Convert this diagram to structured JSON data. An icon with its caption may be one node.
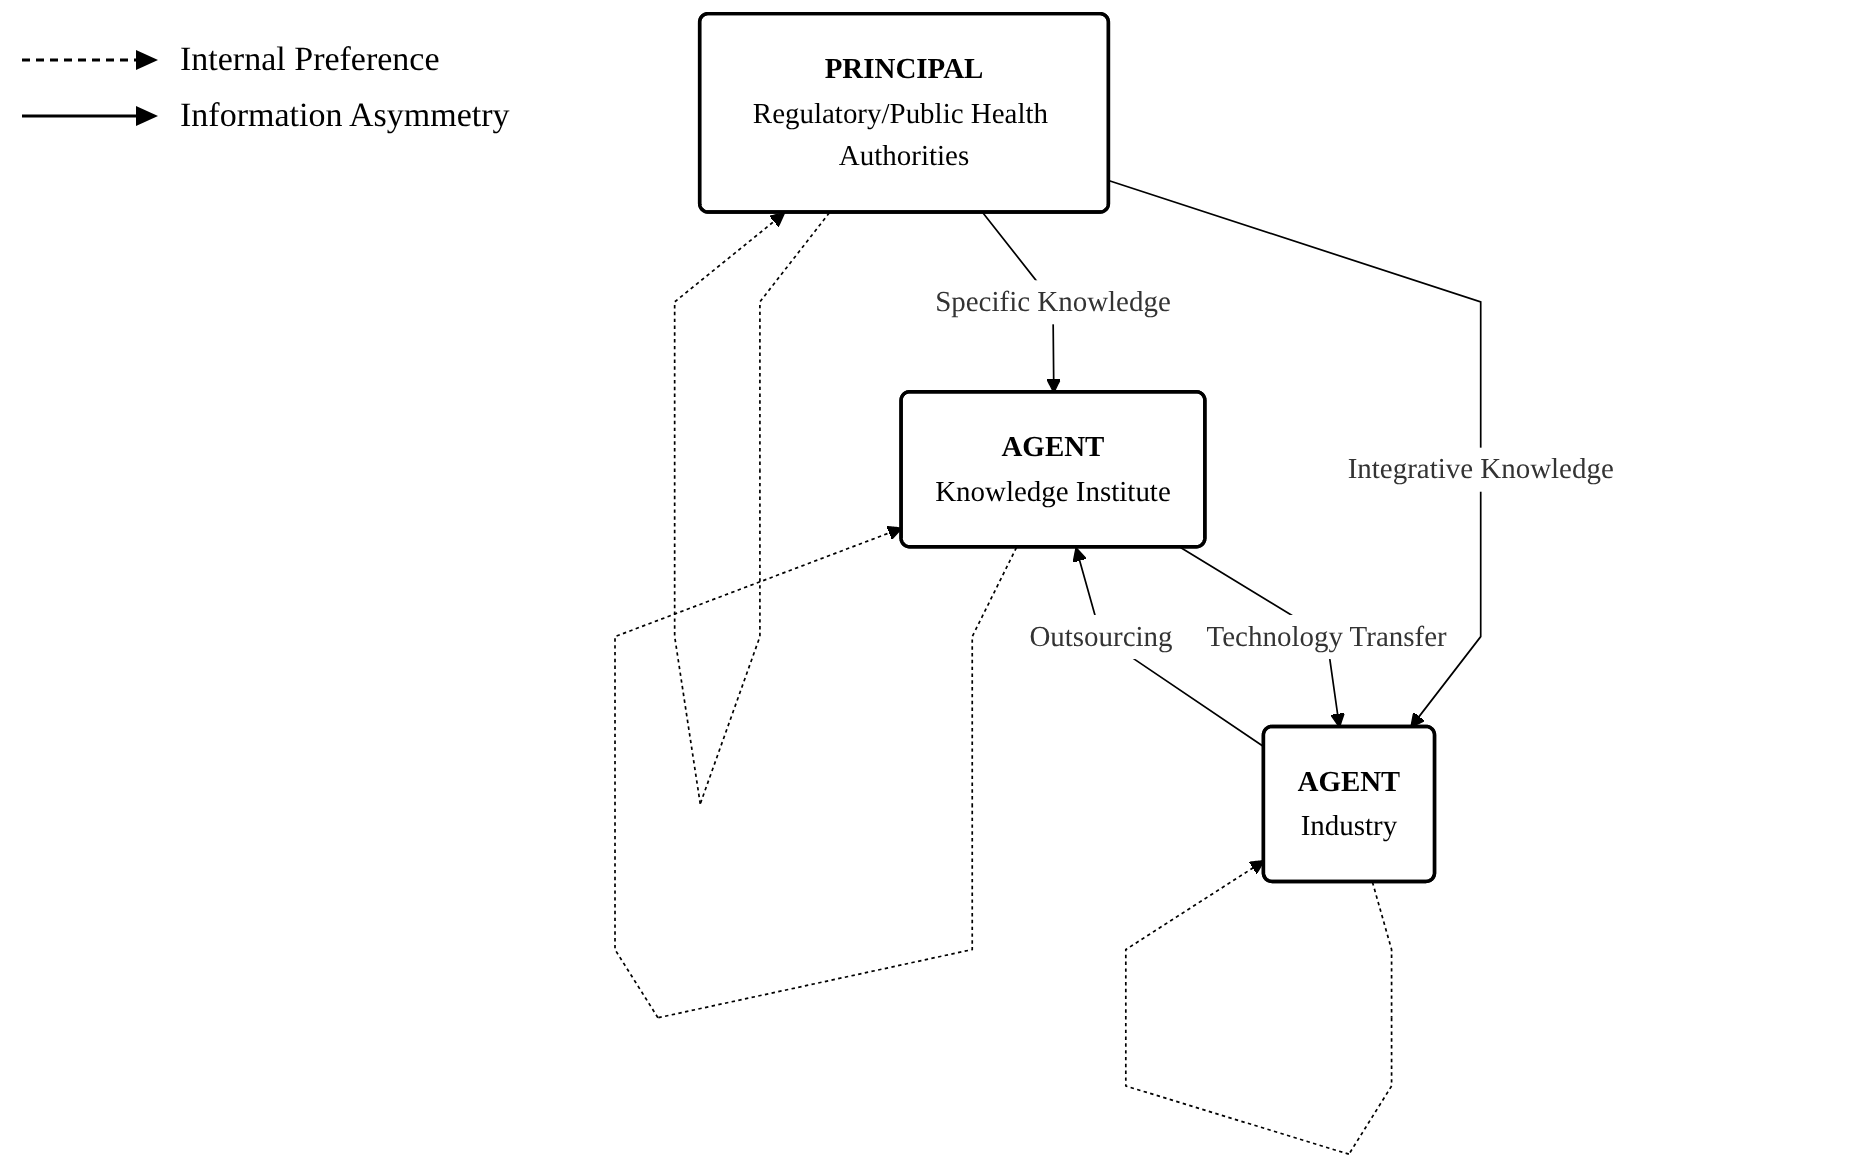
{
  "diagram": {
    "nodes": [
      {
        "text": [
          "PRINCIPAL",
          "Regulatory/Public Health Authorities"
        ]
      },
      {
        "text": [
          "AGENT",
          "Knowledge Institute"
        ]
      },
      {
        "text": [
          "AGENT",
          "Industry"
        ]
      }
    ],
    "edges": [
      {
        "from": 0,
        "to": 1,
        "arrow": "to",
        "label": "Specific Knowledge"
      },
      {
        "from": 0,
        "to": 2,
        "arrow": "to",
        "label": "Integrative Knowledge"
      },
      {
        "from": 2,
        "to": 1,
        "arrow": "to",
        "label": "Outsourcing"
      },
      {
        "from": 1,
        "to": 2,
        "arrow": "to",
        "label": "Technology Transfer"
      },
      {
        "from": 0,
        "to": 0,
        "arrow": "to",
        "style": "dashed"
      },
      {
        "from": 1,
        "to": 1,
        "arrow": "to",
        "style": "dashed"
      },
      {
        "from": 2,
        "to": 2,
        "arrow": "to",
        "style": "dashed"
      }
    ],
    "legend": [
      {
        "text": "Internal Preference"
      },
      {
        "text": "Information Asymmetry"
      }
    ]
  }
}
